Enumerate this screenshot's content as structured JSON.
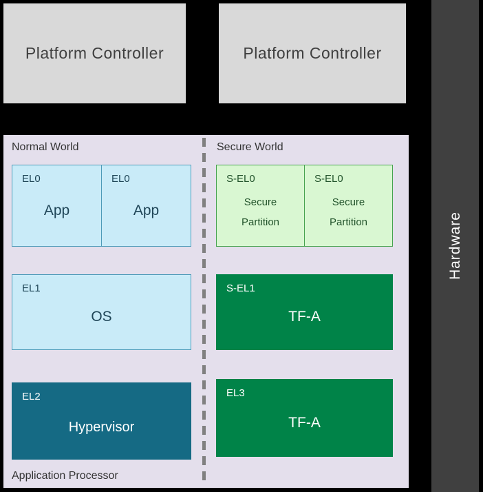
{
  "top": {
    "platform_controllers": [
      "Platform Controller",
      "Platform Controller"
    ]
  },
  "hardware": {
    "label": "Hardware"
  },
  "panel": {
    "normal_world_label": "Normal World",
    "secure_world_label": "Secure World",
    "application_processor_label": "Application Processor",
    "normal": {
      "el0": [
        {
          "level": "EL0",
          "name": "App"
        },
        {
          "level": "EL0",
          "name": "App"
        }
      ],
      "el1": {
        "level": "EL1",
        "name": "OS"
      },
      "el2": {
        "level": "EL2",
        "name": "Hypervisor"
      }
    },
    "secure": {
      "sel0": [
        {
          "level": "S-EL0",
          "name": "Secure Partition"
        },
        {
          "level": "S-EL0",
          "name": "Secure Partition"
        }
      ],
      "sel1": {
        "level": "S-EL1",
        "name": "TF-A"
      },
      "el3": {
        "level": "EL3",
        "name": "TF-A"
      }
    }
  },
  "colors": {
    "background": "#000000",
    "platform_controller_fill": "#d9d9d9",
    "panel_fill": "#e4dfec",
    "light_blue_fill": "#c9ebf8",
    "dark_teal_fill": "#156a84",
    "light_green_fill": "#d9f7d2",
    "dark_green_fill": "#008348",
    "hardware_fill": "#404040",
    "divider_color": "#808080"
  }
}
